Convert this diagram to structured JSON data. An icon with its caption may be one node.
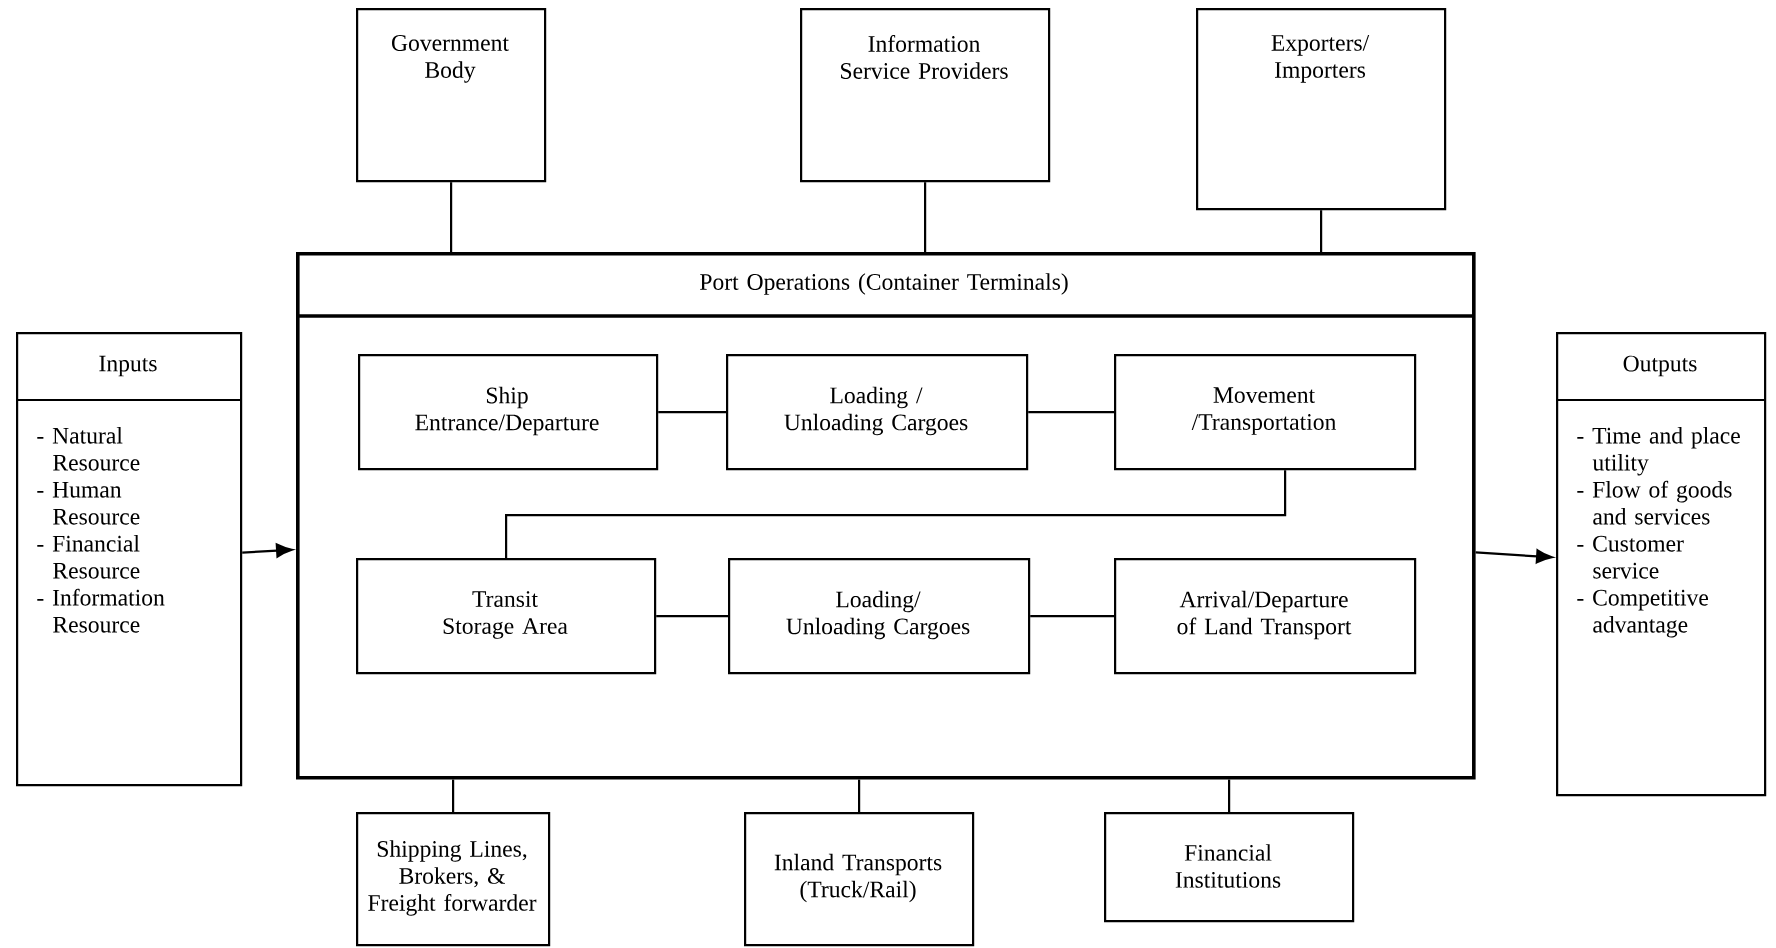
{
  "diagram": {
    "nodes": [
      {
        "text": [
          "Government Body"
        ]
      },
      {
        "text": [
          "Information Service Providers"
        ]
      },
      {
        "text": [
          "Exporters/ Importers"
        ]
      },
      {
        "text": [
          "Port Operations (Container Terminals)"
        ]
      },
      {
        "text": [
          "Inputs",
          "- Natural Resource",
          "- Human Resource",
          "- Financial Resource",
          "- Information Resource"
        ]
      },
      {
        "text": [
          "Ship Entrance/Departure"
        ],
        "in": 3
      },
      {
        "text": [
          "Loading / Unloading Cargoes"
        ],
        "in": 3
      },
      {
        "text": [
          "Movement /Transportation"
        ],
        "in": 3
      },
      {
        "text": [
          "Transit Storage Area"
        ],
        "in": 3
      },
      {
        "text": [
          "Loading/ Unloading Cargoes"
        ],
        "in": 3
      },
      {
        "text": [
          "Arrival/Departure of Land Transport"
        ],
        "in": 3
      },
      {
        "text": [
          "Outputs",
          "- Time and place utility",
          "- Flow of goods and services",
          "- Customer service",
          "- Competitive advantage"
        ]
      },
      {
        "text": [
          "Shipping Lines, Brokers, & Freight forwarder"
        ]
      },
      {
        "text": [
          "Inland Transports (Truck/Rail)"
        ]
      },
      {
        "text": [
          "Financial Institutions"
        ]
      }
    ],
    "edges": [
      {
        "from": 0,
        "to": 3,
        "arrow": "none"
      },
      {
        "from": 1,
        "to": 3,
        "arrow": "none"
      },
      {
        "from": 2,
        "to": 3,
        "arrow": "none"
      },
      {
        "from": 4,
        "to": 3,
        "arrow": "to"
      },
      {
        "from": 3,
        "to": 11,
        "arrow": "to"
      },
      {
        "from": 5,
        "to": 6,
        "arrow": "none"
      },
      {
        "from": 6,
        "to": 7,
        "arrow": "none"
      },
      {
        "from": 7,
        "to": 8,
        "arrow": "none"
      },
      {
        "from": 8,
        "to": 9,
        "arrow": "none"
      },
      {
        "from": 9,
        "to": 10,
        "arrow": "none"
      },
      {
        "from": 3,
        "to": 12,
        "arrow": "none"
      },
      {
        "from": 3,
        "to": 13,
        "arrow": "none"
      },
      {
        "from": 3,
        "to": 14,
        "arrow": "none"
      }
    ]
  }
}
